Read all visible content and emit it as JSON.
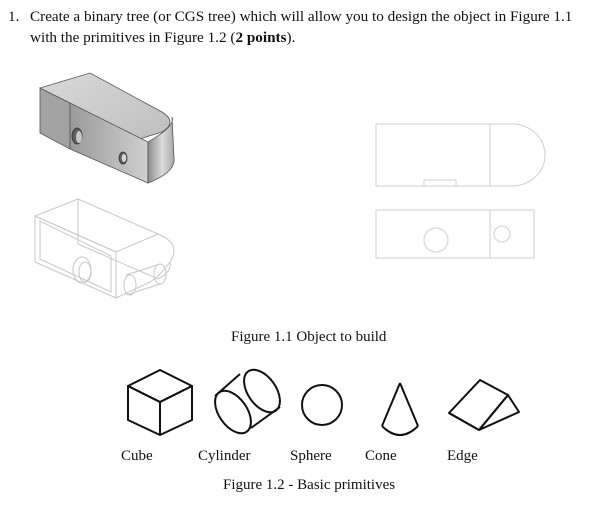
{
  "question": {
    "number": "1.",
    "line1": "Create a binary tree (or CGS tree) which will allow you to design the object in Figure 1.1",
    "line2_pre": "with the primitives in Figure 1.2 (",
    "line2_bold": "2 points",
    "line2_post": ")."
  },
  "figure1": {
    "caption": "Figure 1.1 Object to build"
  },
  "figure2": {
    "caption": "Figure 1.2 - Basic primitives",
    "primitives": [
      "Cube",
      "Cylinder",
      "Sphere",
      "Cone",
      "Edge"
    ]
  }
}
